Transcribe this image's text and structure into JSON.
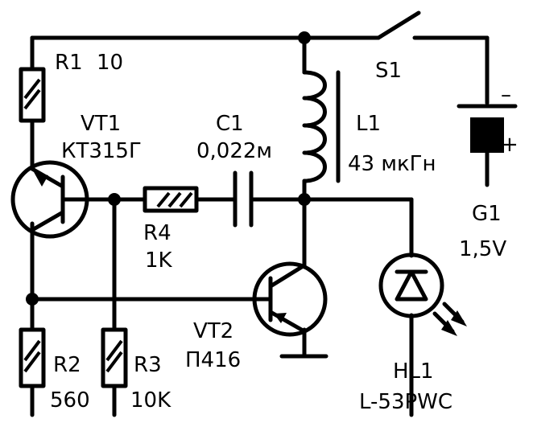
{
  "components": {
    "r1": {
      "ref": "R1",
      "value": "10"
    },
    "vt1": {
      "ref": "VT1",
      "type": "КТ315Г"
    },
    "c1": {
      "ref": "C1",
      "value": "0,022м"
    },
    "l1": {
      "ref": "L1",
      "value": "43 мкГн"
    },
    "s1": {
      "ref": "S1"
    },
    "g1": {
      "ref": "G1",
      "value": "1,5V",
      "minus": "–",
      "plus": "+"
    },
    "r4": {
      "ref": "R4",
      "value": "1K"
    },
    "vt2": {
      "ref": "VT2",
      "type": "П416"
    },
    "hl1": {
      "ref": "HL1",
      "type": "L-53PWC"
    },
    "r2": {
      "ref": "R2",
      "value": "560"
    },
    "r3": {
      "ref": "R3",
      "value": "10K"
    }
  }
}
